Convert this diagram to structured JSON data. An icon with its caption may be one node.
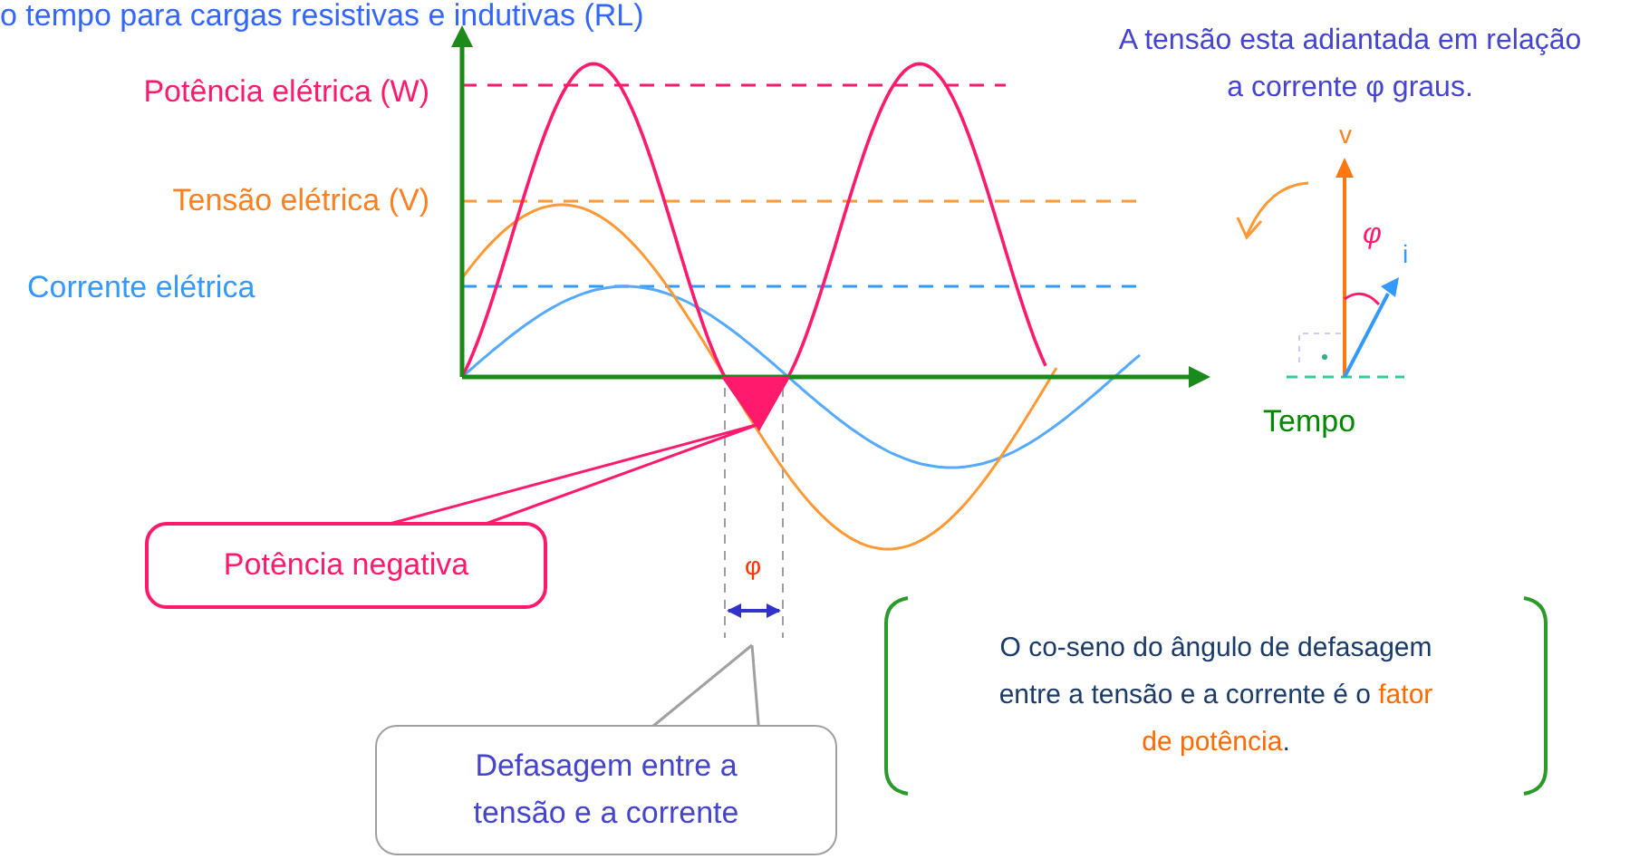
{
  "diagram": {
    "title": "o tempo para cargas resistivas e indutivas (RL)",
    "nodes": [
      {
        "text": [
          "Potência negativa"
        ]
      },
      {
        "text": [],
        "shape": "triangle"
      },
      {
        "text": [
          "Defasagem entre a tensão e a corrente"
        ]
      },
      {
        "text": [
          "O co-seno do ângulo de defasagem entre a tensão e a corrente é o",
          "fator de potência",
          "."
        ]
      }
    ],
    "edges": [
      {
        "from": 0,
        "to": 1,
        "arrow": "none",
        "color": "#ff1a6e"
      },
      {
        "from": 2,
        "to": null,
        "arrow": "none",
        "color": "#a0a0a0"
      }
    ],
    "labels": [
      "Potência elétrica (W)",
      "Tensão elétrica (V)",
      "Corrente elétrica",
      "Tempo",
      "A tensão esta adiantada em relação a corrente φ graus.",
      "v",
      "φ",
      "i",
      "φ"
    ]
  }
}
